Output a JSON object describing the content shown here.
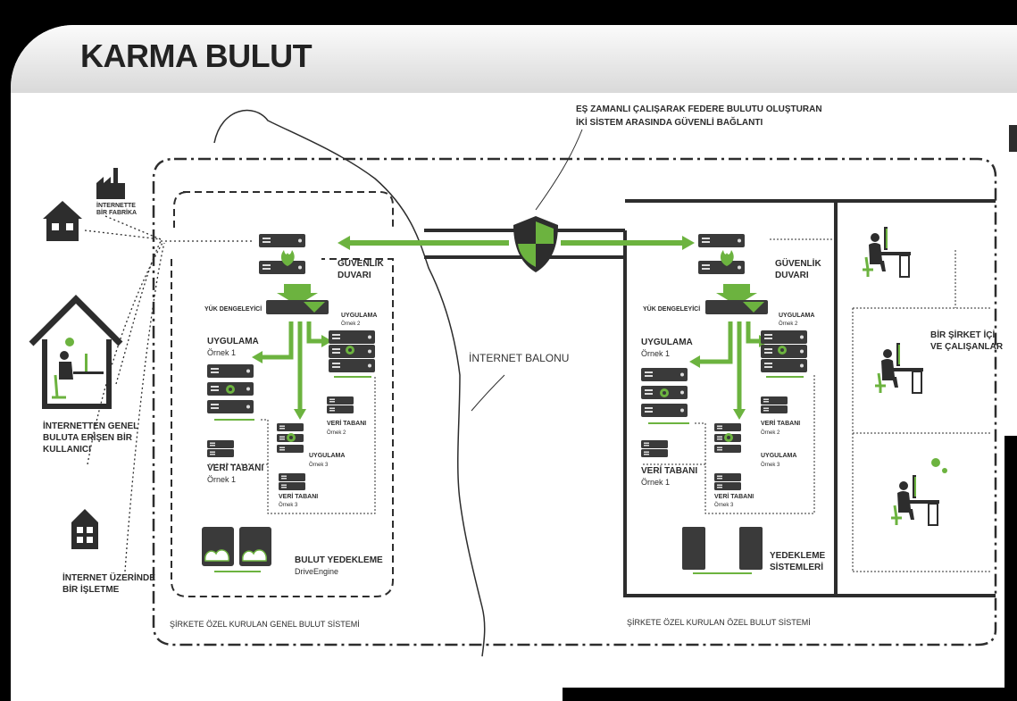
{
  "title": "KARMA BULUT",
  "callout": {
    "line1": "EŞ ZAMANLI ÇALIŞARAK FEDERE BULUTU OLUŞTURAN",
    "line2": "İKİ SİSTEM ARASINDA GÜVENLİ BAĞLANTI"
  },
  "internet_bubble": "İNTERNET BALONU",
  "left_users": {
    "factory_1": "İNTERNETTE",
    "factory_2": "BİR FABRİKA",
    "user_1": "İNTERNETTEN GENEL",
    "user_2": "BULUTA ERİŞEN BİR",
    "user_3": "KULLANICI",
    "business_1": "İNTERNET ÜZERİNDE",
    "business_2": "BİR İŞLETME"
  },
  "public_cloud": {
    "firewall_1": "GÜVENLİK",
    "firewall_2": "DUVARI",
    "load_balancer": "YÜK DENGELEYİCİ",
    "app1_title": "UYGULAMA",
    "app1_sub": "Örnek 1",
    "app2_title": "UYGULAMA",
    "app2_sub": "Örnek 2",
    "app3_title": "UYGULAMA",
    "app3_sub": "Örnek 3",
    "db1_title": "VERİ TABANI",
    "db1_sub": "Örnek 1",
    "db2_title": "VERİ TABANI",
    "db2_sub": "Örnek 2",
    "db3_title": "VERİ TABANI",
    "db3_sub": "Örnek 3",
    "backup_title": "BULUT YEDEKLEME",
    "backup_sub": "DriveEngine",
    "caption": "ŞİRKETE ÖZEL KURULAN GENEL BULUT SİSTEMİ"
  },
  "private_cloud": {
    "firewall_1": "GÜVENLİK",
    "firewall_2": "DUVARI",
    "load_balancer": "YÜK DENGELEYİCİ",
    "app1_title": "UYGULAMA",
    "app1_sub": "Örnek 1",
    "app2_title": "UYGULAMA",
    "app2_sub": "Örnek 2",
    "app3_title": "UYGULAMA",
    "app3_sub": "Örnek 3",
    "db1_title": "VERİ TABANI",
    "db1_sub": "Örnek 1",
    "db2_title": "VERİ TABANI",
    "db2_sub": "Örnek 2",
    "db3_title": "VERİ TABANI",
    "db3_sub": "Örnek 3",
    "backup_1": "YEDEKLEME",
    "backup_2": "SİSTEMLERİ",
    "caption": "ŞİRKETE ÖZEL KURULAN ÖZEL BULUT SİSTEMİ"
  },
  "employees": {
    "line1": "BİR ŞİRKET İÇİ",
    "line2": "VE ÇALIŞANLAR"
  },
  "colors": {
    "accent_green": "#6cb33f",
    "dark": "#2d2d2d",
    "server": "#3a3a3a"
  }
}
